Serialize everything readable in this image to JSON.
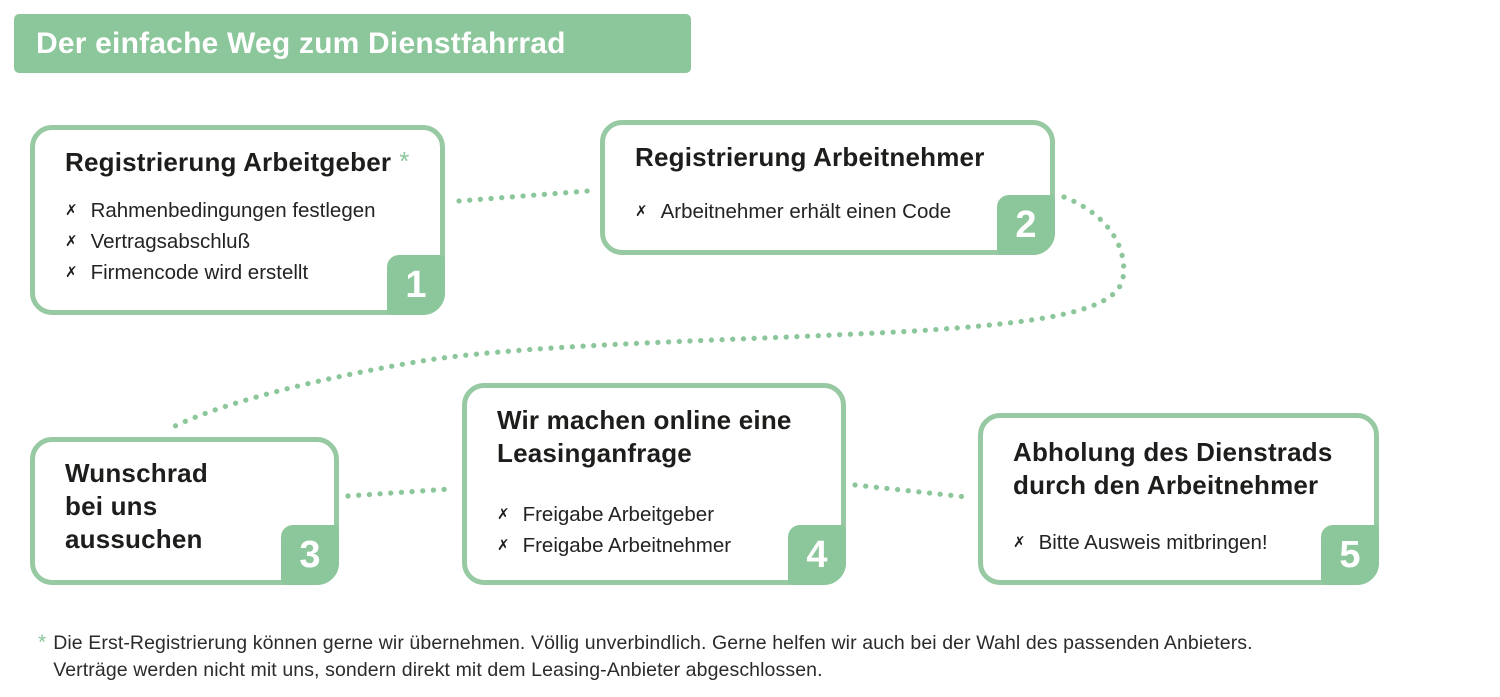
{
  "title": "Der einfache Weg zum Dienstfahrrad",
  "colors": {
    "green": "#8cc69b",
    "border_green": "#97c9a3",
    "text": "#1d1d1b",
    "white": "#ffffff"
  },
  "bullet_mark": "✗",
  "boxes": [
    {
      "number": "1",
      "title": "Registrierung Arbeitgeber",
      "title_suffix": "*",
      "bullets": [
        "Rahmenbedingungen festlegen",
        "Vertragsabschluß",
        "Firmencode wird erstellt"
      ]
    },
    {
      "number": "2",
      "title": "Registrierung Arbeitnehmer",
      "bullets": [
        "Arbeitnehmer erhält einen Code"
      ]
    },
    {
      "number": "3",
      "title": "Wunschrad\nbei uns\naussuchen",
      "bullets": []
    },
    {
      "number": "4",
      "title": "Wir machen online eine\nLeasinganfrage",
      "bullets": [
        "Freigabe Arbeitgeber",
        "Freigabe Arbeitnehmer"
      ]
    },
    {
      "number": "5",
      "title": "Abholung des Dienstrads\ndurch den Arbeitnehmer",
      "bullets": [
        "Bitte Ausweis mitbringen!"
      ]
    }
  ],
  "footnote": {
    "asterisk": "*",
    "text": "Die Erst-Registrierung können gerne wir übernehmen. Völlig unverbindlich. Gerne helfen wir auch bei der Wahl des passenden Anbieters.\nVerträge werden nicht mit uns, sondern direkt mit dem Leasing-Anbieter abgeschlossen."
  }
}
